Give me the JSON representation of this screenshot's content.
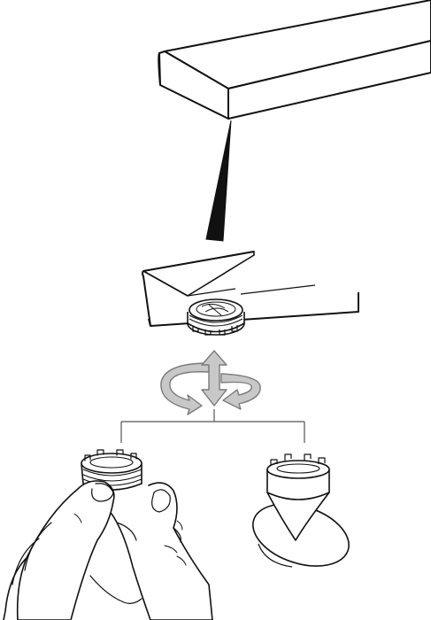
{
  "colors": {
    "line": "#111111",
    "fill": "#ffffff",
    "arrow_fill": "#c8c8c8",
    "arrow_stroke": "#7a7a7a",
    "pointer_fill": "#111111"
  },
  "icons": {
    "top_view": "device-bottom-edge",
    "zoom_view": "device-corner-zoom",
    "adjust": "rotate-and-up-down-arrows",
    "hand_option": "hand-screwing-foot-ring",
    "spike_option": "spike-foot-on-round-pad"
  }
}
